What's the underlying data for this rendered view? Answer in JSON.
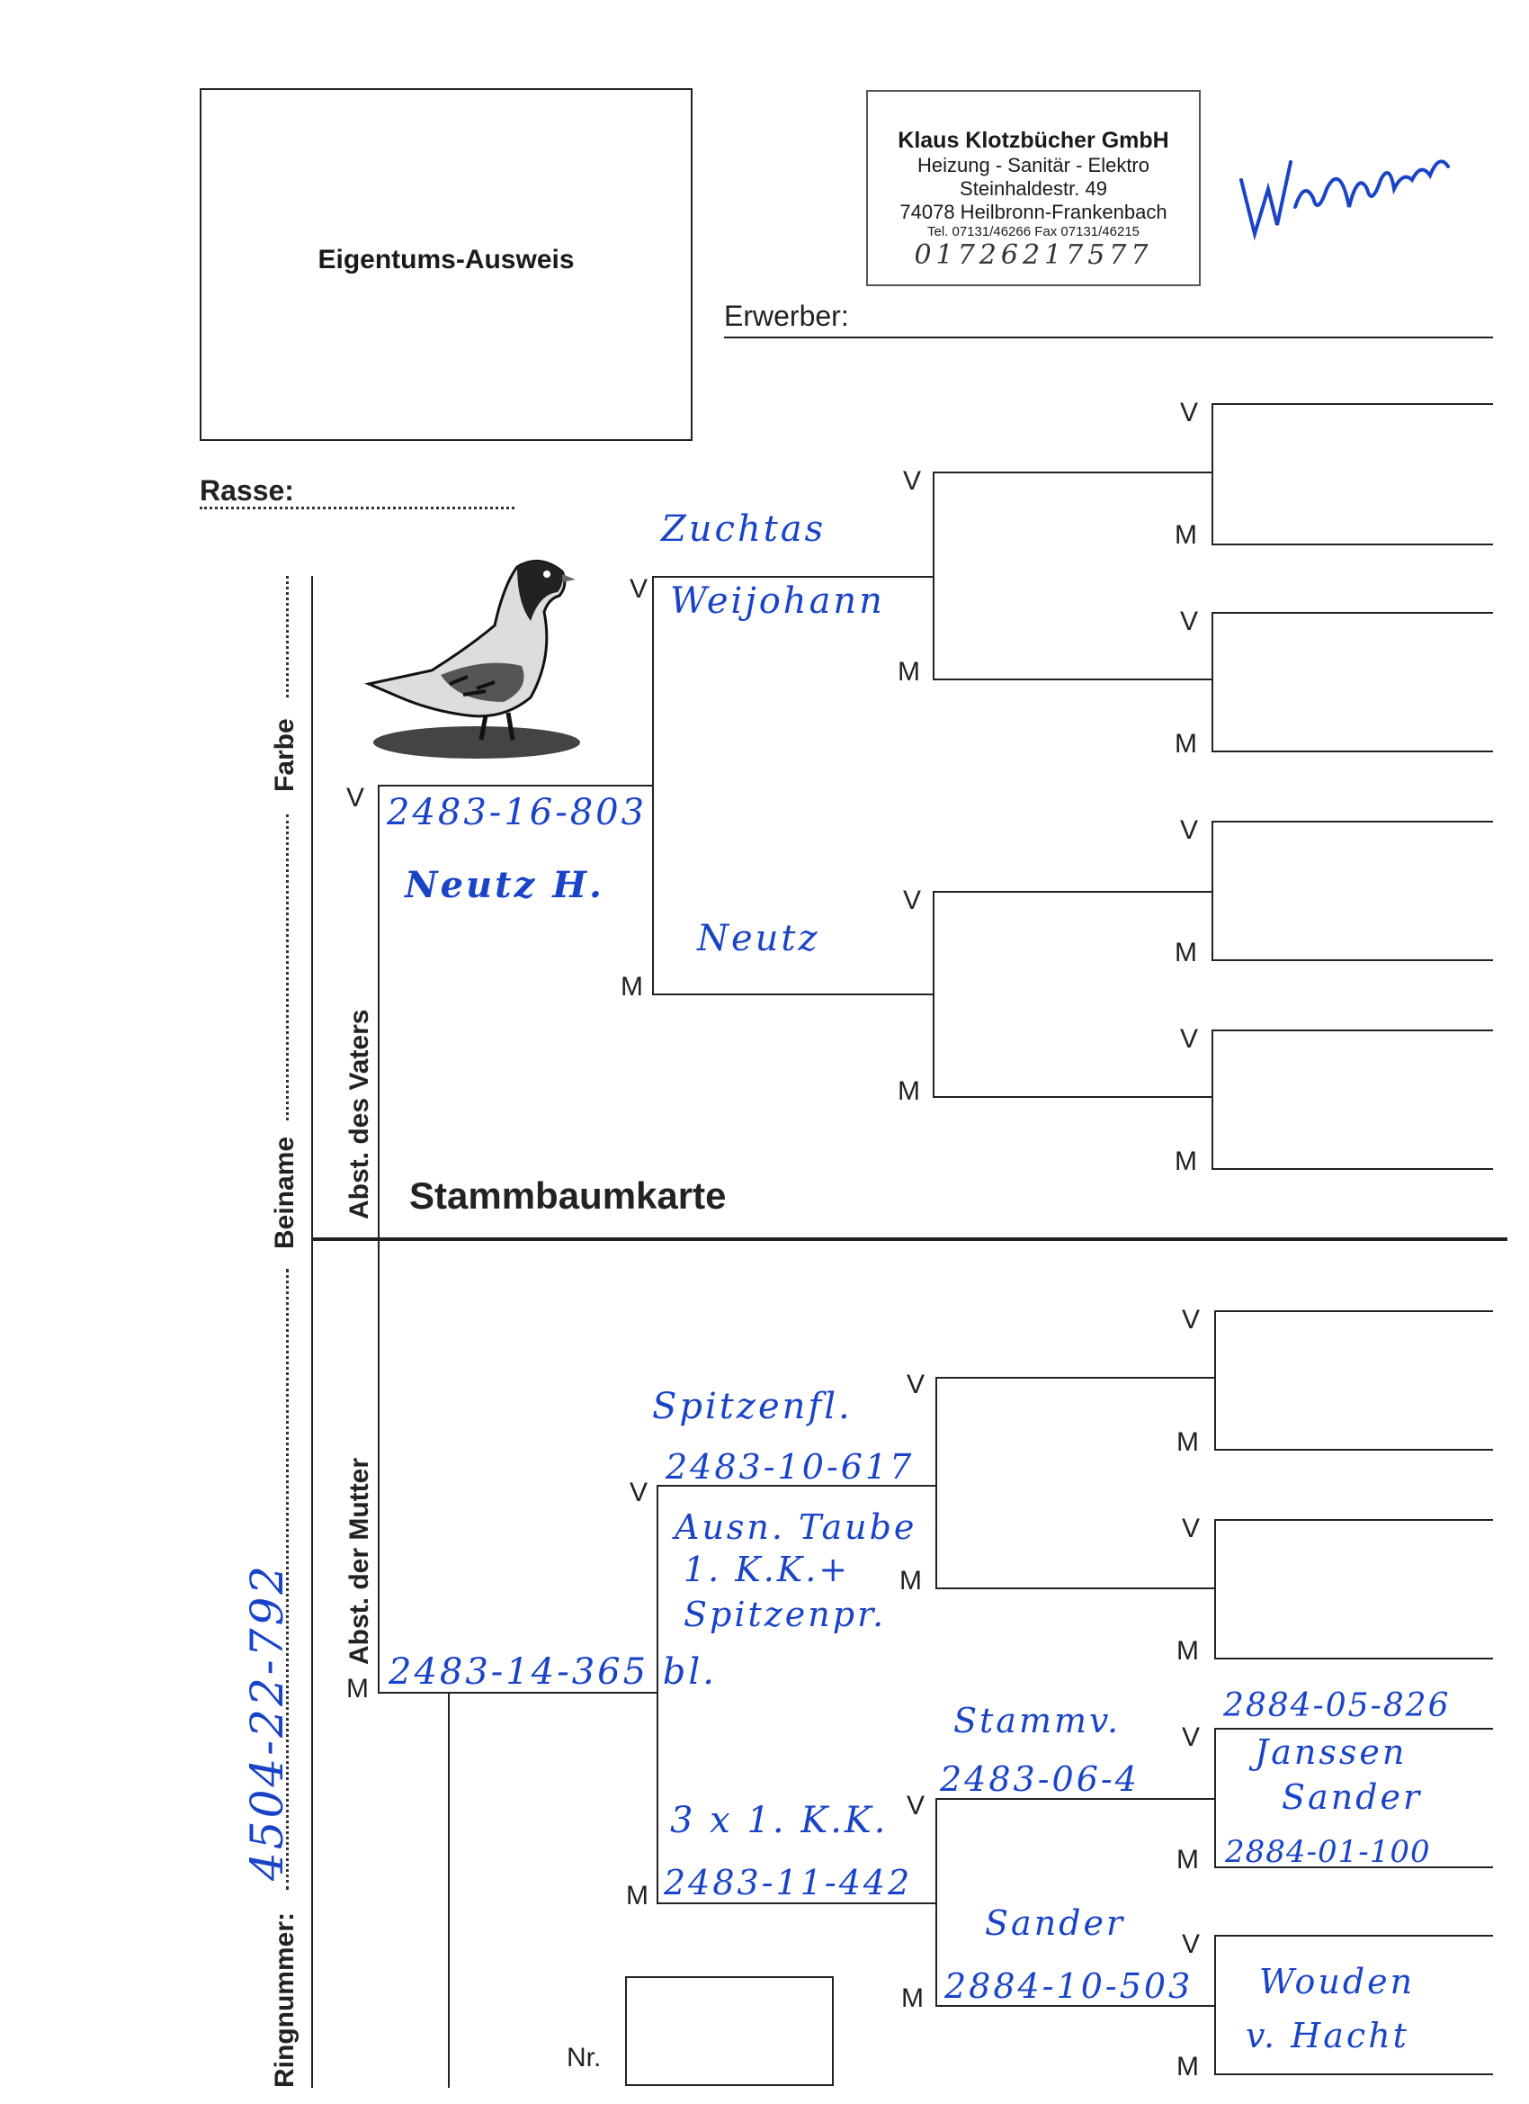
{
  "card": {
    "ownership_title": "Eigentums-Ausweis",
    "card_title": "Stammbaumkarte",
    "rasse_label": "Rasse:",
    "erwerber_label": "Erwerber:",
    "nr_label": "Nr.",
    "side_labels": {
      "farbe": "Farbe",
      "beiname": "Beiname",
      "ringnummer": "Ringnummer:",
      "abst_vater": "Abst. des Vaters",
      "abst_mutter": "Abst. der Mutter"
    },
    "v": "V",
    "m": "M"
  },
  "stamp": {
    "company": "Klaus Klotzbücher GmbH",
    "line1": "Heizung - Sanitär - Elektro",
    "line2": "Steinhaldestr. 49",
    "line3": "74078 Heilbronn-Frankenbach",
    "line4": "Tel. 07131/46266 Fax 07131/46215",
    "phone_handwritten": "01726217577"
  },
  "signature": "Weh Klotz",
  "handwriting": {
    "ring_number": "4504-22-792",
    "father_ring": "2483-16-803",
    "father_name": "Neutz H.",
    "ff_note1": "Zuchtas",
    "ff_note2": "Weijohann",
    "fm_note": "Neutz",
    "mother_ring": "2483-14-365 bl.",
    "mf_note1": "Spitzenfl.",
    "mf_ring": "2483-10-617",
    "mf_note2": "Ausn. Taube",
    "mf_note3": "1. K.K.+",
    "mf_note4": "Spitzenpr.",
    "mm_note": "3 x 1. K.K.",
    "mm_ring": "2483-11-442",
    "mmf_note": "Stammv.",
    "mmf_ring": "2483-06-4",
    "mmff_ring": "2884-05-826",
    "mmff_name1": "Janssen",
    "mmff_name2": "Sander",
    "mmfm_ring": "2884-01-100",
    "mmm_note": "Sander",
    "mmm_ring": "2884-10-503",
    "mmmf_name1": "Wouden",
    "mmmf_name2": "v. Hacht"
  }
}
